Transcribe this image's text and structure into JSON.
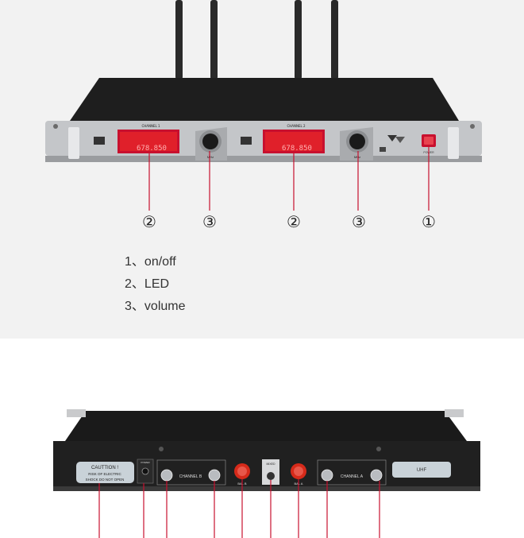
{
  "front_panel": {
    "channel_1_label": "CHANNEL 1",
    "channel_2_label": "CHANNEL 2",
    "display_1_value": "678.850",
    "display_2_value": "678.850",
    "volume_label_1": "MHz",
    "volume_label_2": "MHz",
    "power_label": "POWER"
  },
  "callouts": [
    {
      "marker": "②"
    },
    {
      "marker": "③"
    },
    {
      "marker": "②"
    },
    {
      "marker": "③"
    },
    {
      "marker": "①"
    }
  ],
  "legend": [
    {
      "index": "1",
      "sep": "、",
      "text": "on/off"
    },
    {
      "index": "2",
      "sep": "、",
      "text": "LED"
    },
    {
      "index": "3",
      "sep": "、",
      "text": "volume"
    }
  ],
  "rear_panel": {
    "caution_title": "CAUTTION !",
    "caution_line1": "RISK OF ELECTRIC",
    "caution_line2": "SHOCK DO NOT OPEN",
    "power_label": "POWER",
    "channel_b_label": "CHANNEL B",
    "channel_a_label": "CHANNEL A",
    "bal_b_label": "BAL B",
    "bal_a_label": "BAL A",
    "mixed_label": "MIXED",
    "uhf_label": "UHF"
  },
  "colors": {
    "accent_red": "#c8102e",
    "display_red": "#e0202a",
    "chassis": "#1c1c1c",
    "faceplate": "#b9bcc0"
  }
}
